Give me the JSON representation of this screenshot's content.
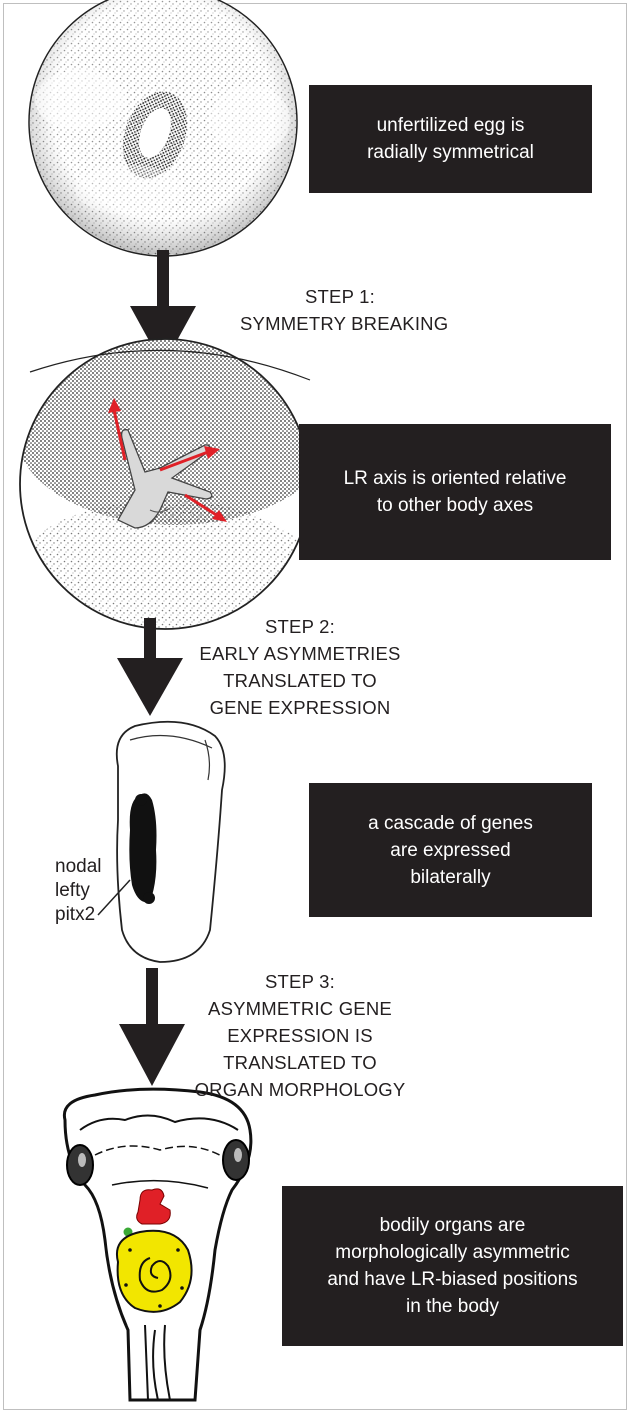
{
  "boxes": {
    "box1": {
      "line1": "unfertilized egg is",
      "line2": "radially symmetrical"
    },
    "box2": {
      "line1": "LR axis is oriented relative",
      "line2": "to other body axes"
    },
    "box3": {
      "line1": "a cascade of genes",
      "line2": "are expressed",
      "line3": "bilaterally"
    },
    "box4": {
      "line1": "bodily organs are",
      "line2": "morphologically asymmetric",
      "line3": "and have LR-biased positions",
      "line4": "in the body"
    }
  },
  "steps": {
    "step1": {
      "line1": "STEP 1:",
      "line2": "SYMMETRY BREAKING"
    },
    "step2": {
      "line1": "STEP 2:",
      "line2": "EARLY ASYMMETRIES",
      "line3": "TRANSLATED TO",
      "line4": "GENE EXPRESSION"
    },
    "step3": {
      "line1": "STEP 3:",
      "line2": "ASYMMETRIC GENE",
      "line3": "EXPRESSION IS",
      "line4": "TRANSLATED TO",
      "line5": "ORGAN MORPHOLOGY"
    }
  },
  "gene_labels": [
    "nodal",
    "lefty",
    "pitx2"
  ],
  "colors": {
    "box": "#231f20",
    "arrow": "#231f20",
    "accent_red": "#e02027",
    "organ_yellow": "#f2e600",
    "organ_green": "#3aa935"
  }
}
